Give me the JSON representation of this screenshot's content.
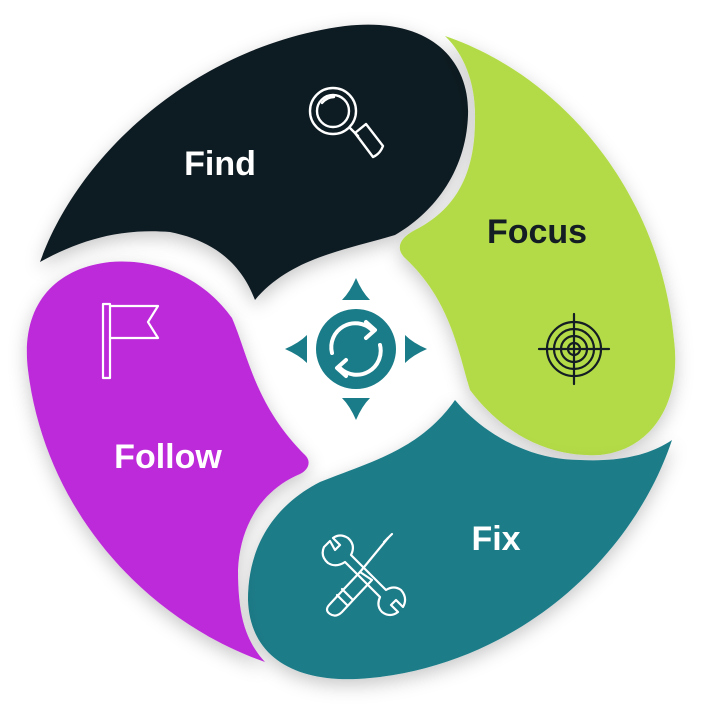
{
  "segments": [
    {
      "id": "find",
      "label": "Find",
      "color": "#111a22",
      "text_color": "#ffffff",
      "icon": "magnifier-icon"
    },
    {
      "id": "focus",
      "label": "Focus",
      "color": "#b3db47",
      "text_color": "#141c24",
      "icon": "target-icon"
    },
    {
      "id": "fix",
      "label": "Fix",
      "color": "#1a7c88",
      "text_color": "#ffffff",
      "icon": "tools-icon"
    },
    {
      "id": "follow",
      "label": "Follow",
      "color": "#bd2bd9",
      "text_color": "#ffffff",
      "icon": "flag-icon"
    }
  ],
  "center": {
    "icon": "cycle-target-icon",
    "color": "#1a7c88"
  }
}
